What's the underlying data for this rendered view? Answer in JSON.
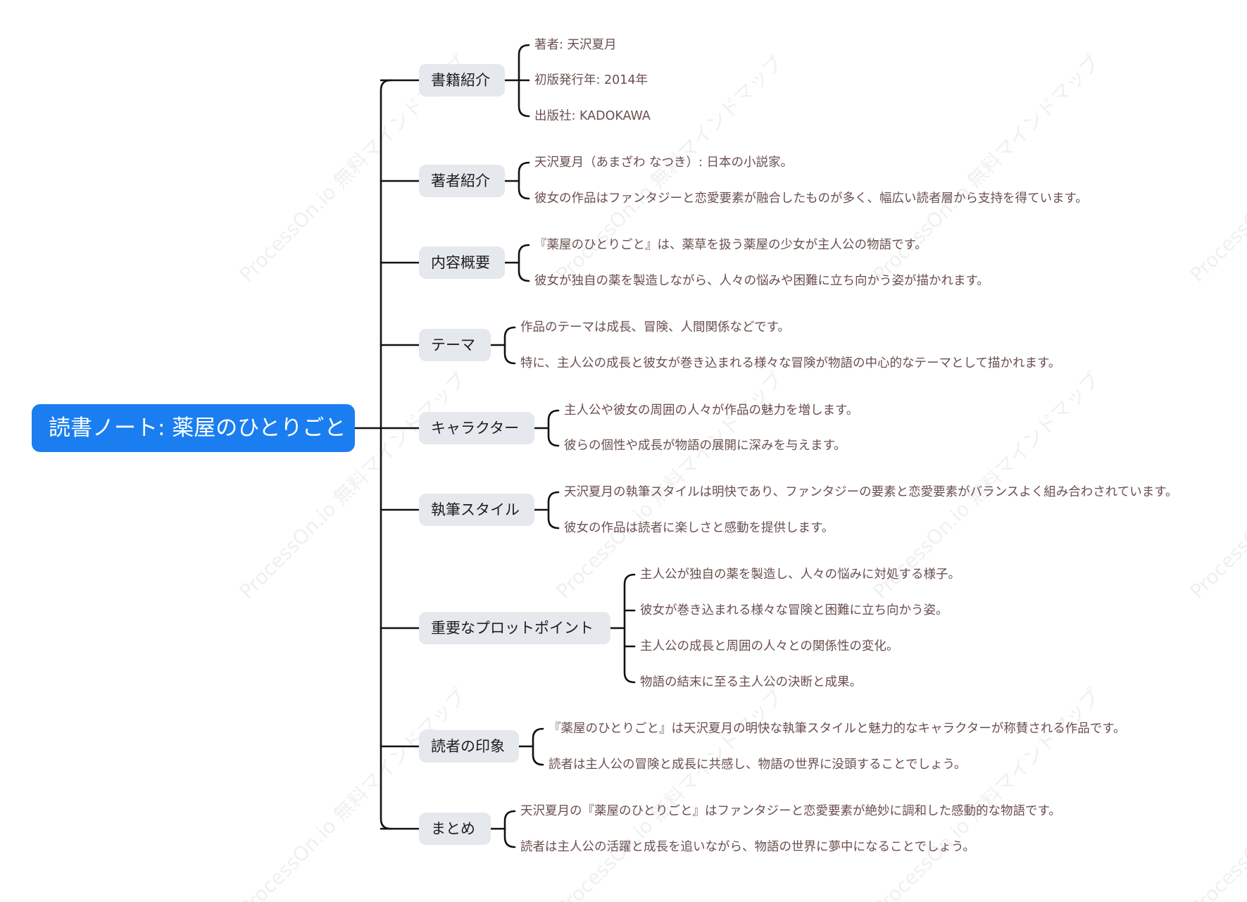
{
  "watermark_text": "ProcessOn.io 無料マインドマップ",
  "colors": {
    "root_bg": "#1a7ef0",
    "branch_bg": "#e5e8ec",
    "line": "#111111",
    "leaf_text": "#6b4f4f"
  },
  "root": {
    "label": "読書ノート: 薬屋のひとりごと"
  },
  "branches": [
    {
      "label": "書籍紹介",
      "items": [
        "著者: 天沢夏月",
        "初版発行年: 2014年",
        "出版社: KADOKAWA"
      ]
    },
    {
      "label": "著者紹介",
      "items": [
        "天沢夏月（あまざわ なつき）: 日本の小説家。",
        "彼女の作品はファンタジーと恋愛要素が融合したものが多く、幅広い読者層から支持を得ています。"
      ]
    },
    {
      "label": "内容概要",
      "items": [
        "『薬屋のひとりごと』は、薬草を扱う薬屋の少女が主人公の物語です。",
        "彼女が独自の薬を製造しながら、人々の悩みや困難に立ち向かう姿が描かれます。"
      ]
    },
    {
      "label": "テーマ",
      "items": [
        "作品のテーマは成長、冒険、人間関係などです。",
        "特に、主人公の成長と彼女が巻き込まれる様々な冒険が物語の中心的なテーマとして描かれます。"
      ]
    },
    {
      "label": "キャラクター",
      "items": [
        "主人公や彼女の周囲の人々が作品の魅力を増します。",
        "彼らの個性や成長が物語の展開に深みを与えます。"
      ]
    },
    {
      "label": "執筆スタイル",
      "items": [
        "天沢夏月の執筆スタイルは明快であり、ファンタジーの要素と恋愛要素がバランスよく組み合わされています。",
        "彼女の作品は読者に楽しさと感動を提供します。"
      ]
    },
    {
      "label": "重要なプロットポイント",
      "items": [
        "主人公が独自の薬を製造し、人々の悩みに対処する様子。",
        "彼女が巻き込まれる様々な冒険と困難に立ち向かう姿。",
        "主人公の成長と周囲の人々との関係性の変化。",
        "物語の結末に至る主人公の決断と成果。"
      ]
    },
    {
      "label": "読者の印象",
      "items": [
        "『薬屋のひとりごと』は天沢夏月の明快な執筆スタイルと魅力的なキャラクターが称賛される作品です。",
        "読者は主人公の冒険と成長に共感し、物語の世界に没頭することでしょう。"
      ]
    },
    {
      "label": "まとめ",
      "items": [
        "天沢夏月の『薬屋のひとりごと』はファンタジーと恋愛要素が絶妙に調和した感動的な物語です。",
        "読者は主人公の活躍と成長を追いながら、物語の世界に夢中になることでしょう。"
      ]
    }
  ]
}
